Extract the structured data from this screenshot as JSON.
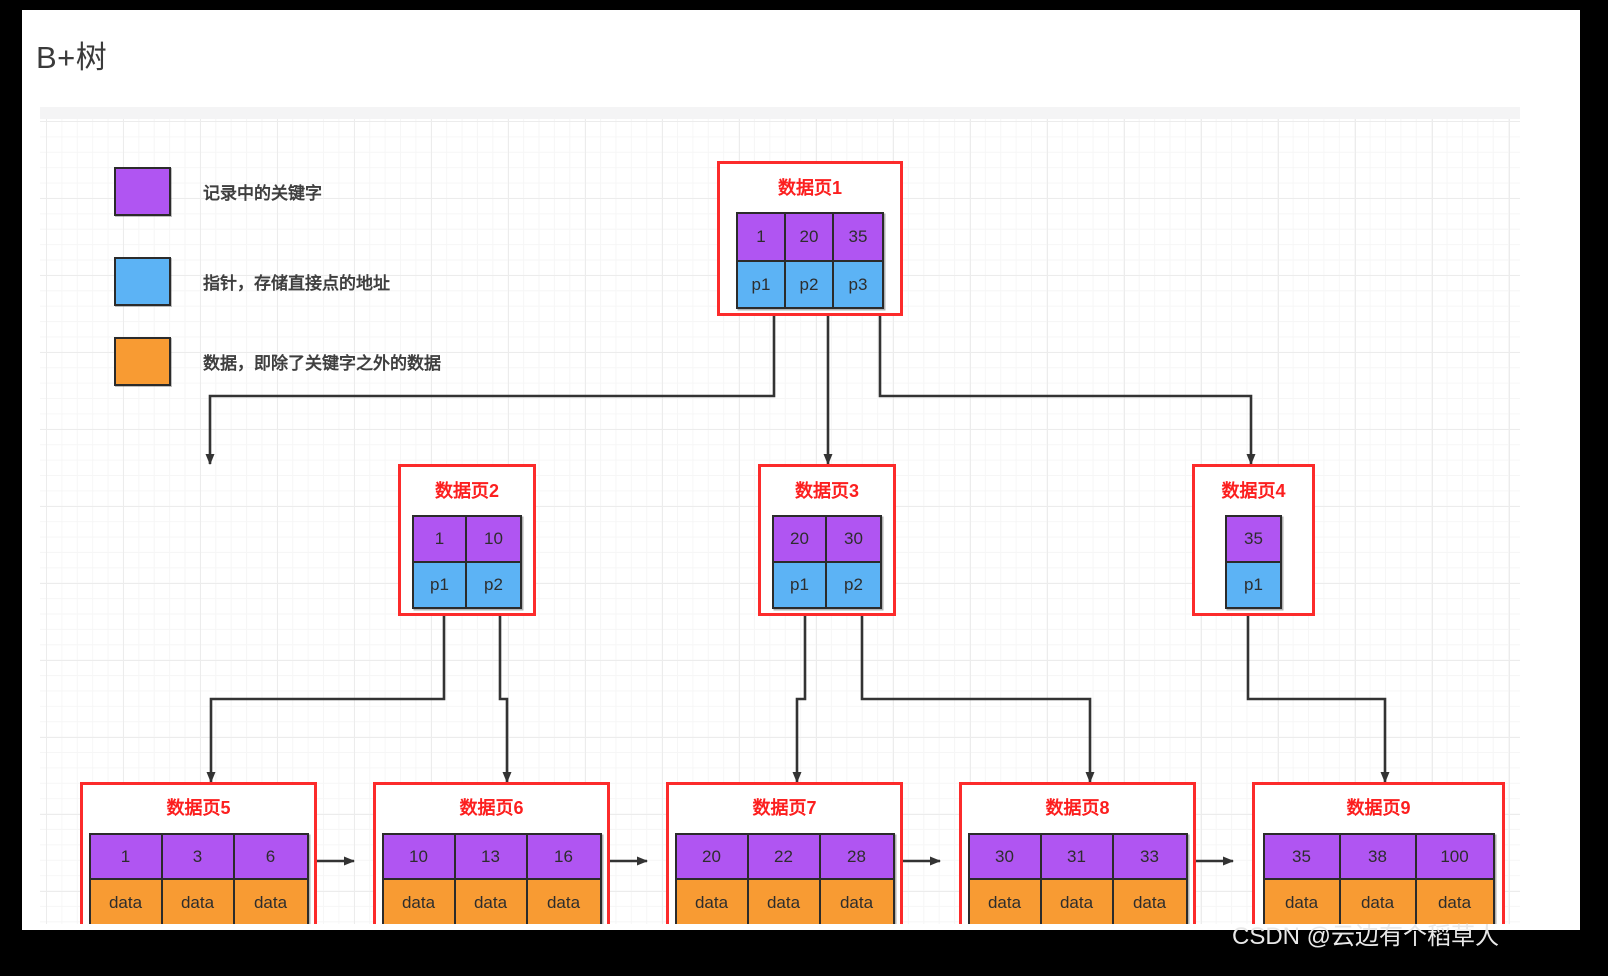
{
  "page": {
    "title": "B+树",
    "watermark": "CSDN @云边有个稻草人"
  },
  "colors": {
    "key": "#b055f2",
    "pointer": "#5cb3f5",
    "data": "#f89b33",
    "node_border": "#fc2b2b",
    "title_text": "#fc1f1f",
    "connector": "#333333"
  },
  "legend": {
    "items": [
      {
        "swatch": "#b055f2",
        "label": "记录中的关键字"
      },
      {
        "swatch": "#5cb3f5",
        "label": "指针，存储直接点的地址"
      },
      {
        "swatch": "#f89b33",
        "label": "数据，即除了关键字之外的数据"
      }
    ]
  },
  "tree": {
    "root": {
      "title": "数据页1",
      "keys": [
        "1",
        "20",
        "35"
      ],
      "pointers": [
        "p1",
        "p2",
        "p3"
      ]
    },
    "internal": [
      {
        "title": "数据页2",
        "keys": [
          "1",
          "10"
        ],
        "pointers": [
          "p1",
          "p2"
        ]
      },
      {
        "title": "数据页3",
        "keys": [
          "20",
          "30"
        ],
        "pointers": [
          "p1",
          "p2"
        ]
      },
      {
        "title": "数据页4",
        "keys": [
          "35"
        ],
        "pointers": [
          "p1"
        ]
      }
    ],
    "leaves": [
      {
        "title": "数据页5",
        "keys": [
          "1",
          "3",
          "6"
        ],
        "data": [
          "data",
          "data",
          "data"
        ]
      },
      {
        "title": "数据页6",
        "keys": [
          "10",
          "13",
          "16"
        ],
        "data": [
          "data",
          "data",
          "data"
        ]
      },
      {
        "title": "数据页7",
        "keys": [
          "20",
          "22",
          "28"
        ],
        "data": [
          "data",
          "data",
          "data"
        ]
      },
      {
        "title": "数据页8",
        "keys": [
          "30",
          "31",
          "33"
        ],
        "data": [
          "data",
          "data",
          "data"
        ]
      },
      {
        "title": "数据页9",
        "keys": [
          "35",
          "38",
          "100"
        ],
        "data": [
          "data",
          "data",
          "data"
        ]
      }
    ]
  }
}
